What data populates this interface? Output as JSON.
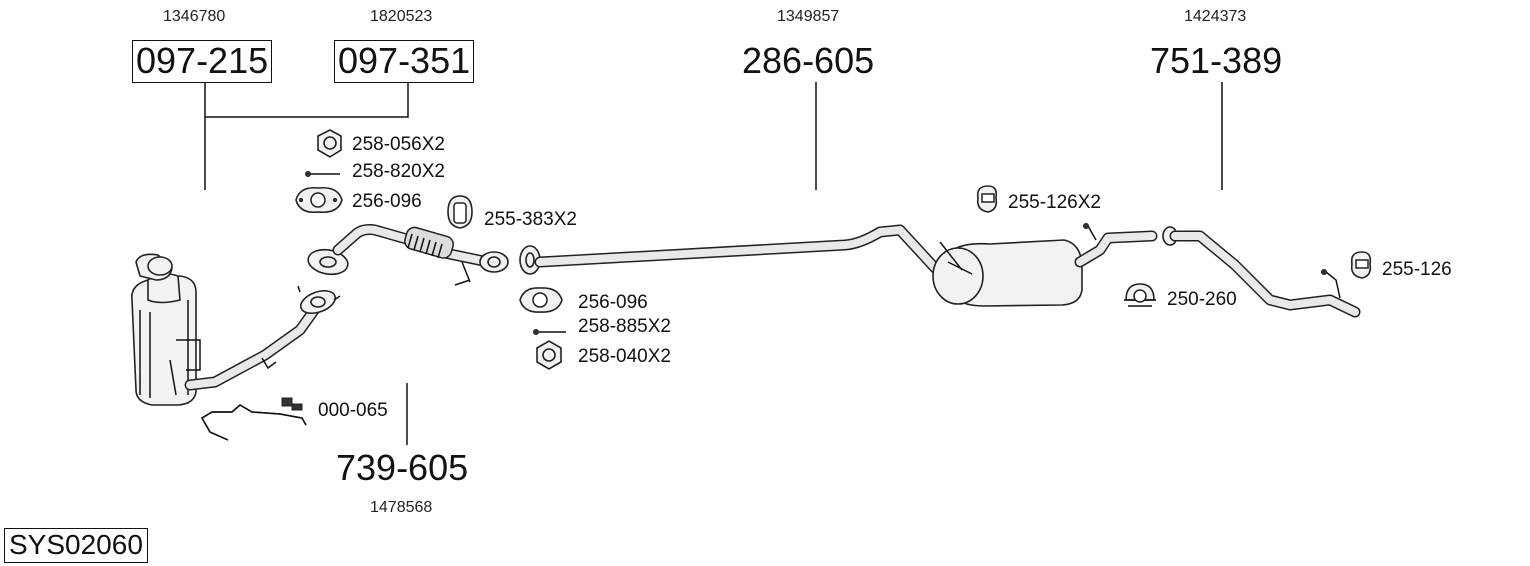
{
  "system_code": "SYS02060",
  "parts": {
    "p097_215": {
      "number": "097-215",
      "ref": "1346780"
    },
    "p097_351": {
      "number": "097-351",
      "ref": "1820523"
    },
    "p286_605": {
      "number": "286-605",
      "ref": "1349857"
    },
    "p751_389": {
      "number": "751-389",
      "ref": "1424373"
    },
    "p739_605": {
      "number": "739-605",
      "ref": "1478568"
    }
  },
  "fittings": {
    "f258_056": "258-056X2",
    "f258_820": "258-820X2",
    "f256_096_a": "256-096",
    "f255_383": "255-383X2",
    "f256_096_b": "256-096",
    "f258_885": "258-885X2",
    "f258_040": "258-040X2",
    "f000_065": "000-065",
    "f255_126_x2": "255-126X2",
    "f250_260": "250-260",
    "f255_126": "255-126"
  },
  "colors": {
    "line": "#111111",
    "part_fill": "#f2f2f2",
    "background": "#ffffff"
  }
}
